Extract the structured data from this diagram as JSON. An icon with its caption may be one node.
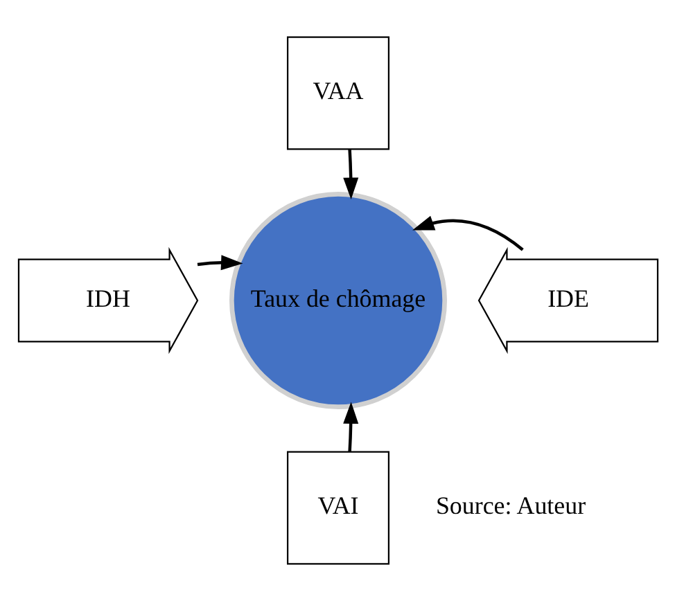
{
  "diagram": {
    "nodes": [
      {
        "text": [
          "Taux de chômage"
        ]
      },
      {
        "text": [
          "VAA"
        ]
      },
      {
        "text": [
          "IDH"
        ]
      },
      {
        "text": [
          "IDE"
        ]
      },
      {
        "text": [
          "VAI"
        ]
      }
    ],
    "edges": [
      {
        "from": 1,
        "to": 0,
        "arrow": "to"
      },
      {
        "from": 2,
        "to": 0,
        "arrow": "to"
      },
      {
        "from": 3,
        "to": 0,
        "arrow": "to"
      },
      {
        "from": 4,
        "to": 0,
        "arrow": "to"
      }
    ],
    "labels": [
      "Source: Auteur"
    ]
  }
}
